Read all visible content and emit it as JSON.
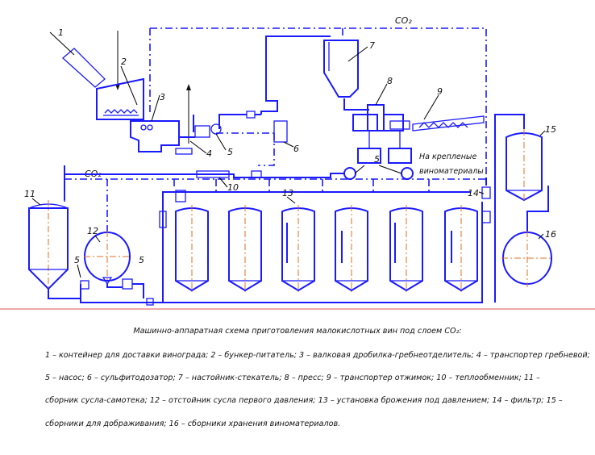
{
  "diagram": {
    "gas_label_top": "CO₂",
    "gas_label_left": "CO₂",
    "aging_note": [
      "На крепленые",
      "виноматериалы"
    ],
    "callouts": [
      "1",
      "2",
      "3",
      "4",
      "5",
      "6",
      "7",
      "8",
      "9",
      "5",
      "10",
      "11",
      "12",
      "5",
      "5",
      "13",
      "14",
      "15",
      "16"
    ]
  },
  "caption": {
    "title": "Машинно-аппаратная схема приготовления малокислотных вин под слоем CO₂:",
    "lines": [
      "1 – контейнер для доставки винограда; 2 – бункер-питатель; 3 – валковая дробилка-гребнеотделитель; 4 – транспортер гребневой;",
      "5 – насос; 6 – сульфитодозатор; 7 – настойник-стекатель; 8 – пресс; 9 – транспортер отжимок; 10 – теплообменник; 11 –",
      "сборник сусла-самотека; 12 – отстойник сусла первого давления; 13 – установка брожения под давлением; 14 – фильтр; 15 –",
      "сборники для дображивания; 16 – сборники хранения виноматериалов."
    ]
  },
  "colors": {
    "line": "#1a1aff",
    "axis": "#e07020",
    "text": "#111111",
    "baseline": "#e05050"
  }
}
